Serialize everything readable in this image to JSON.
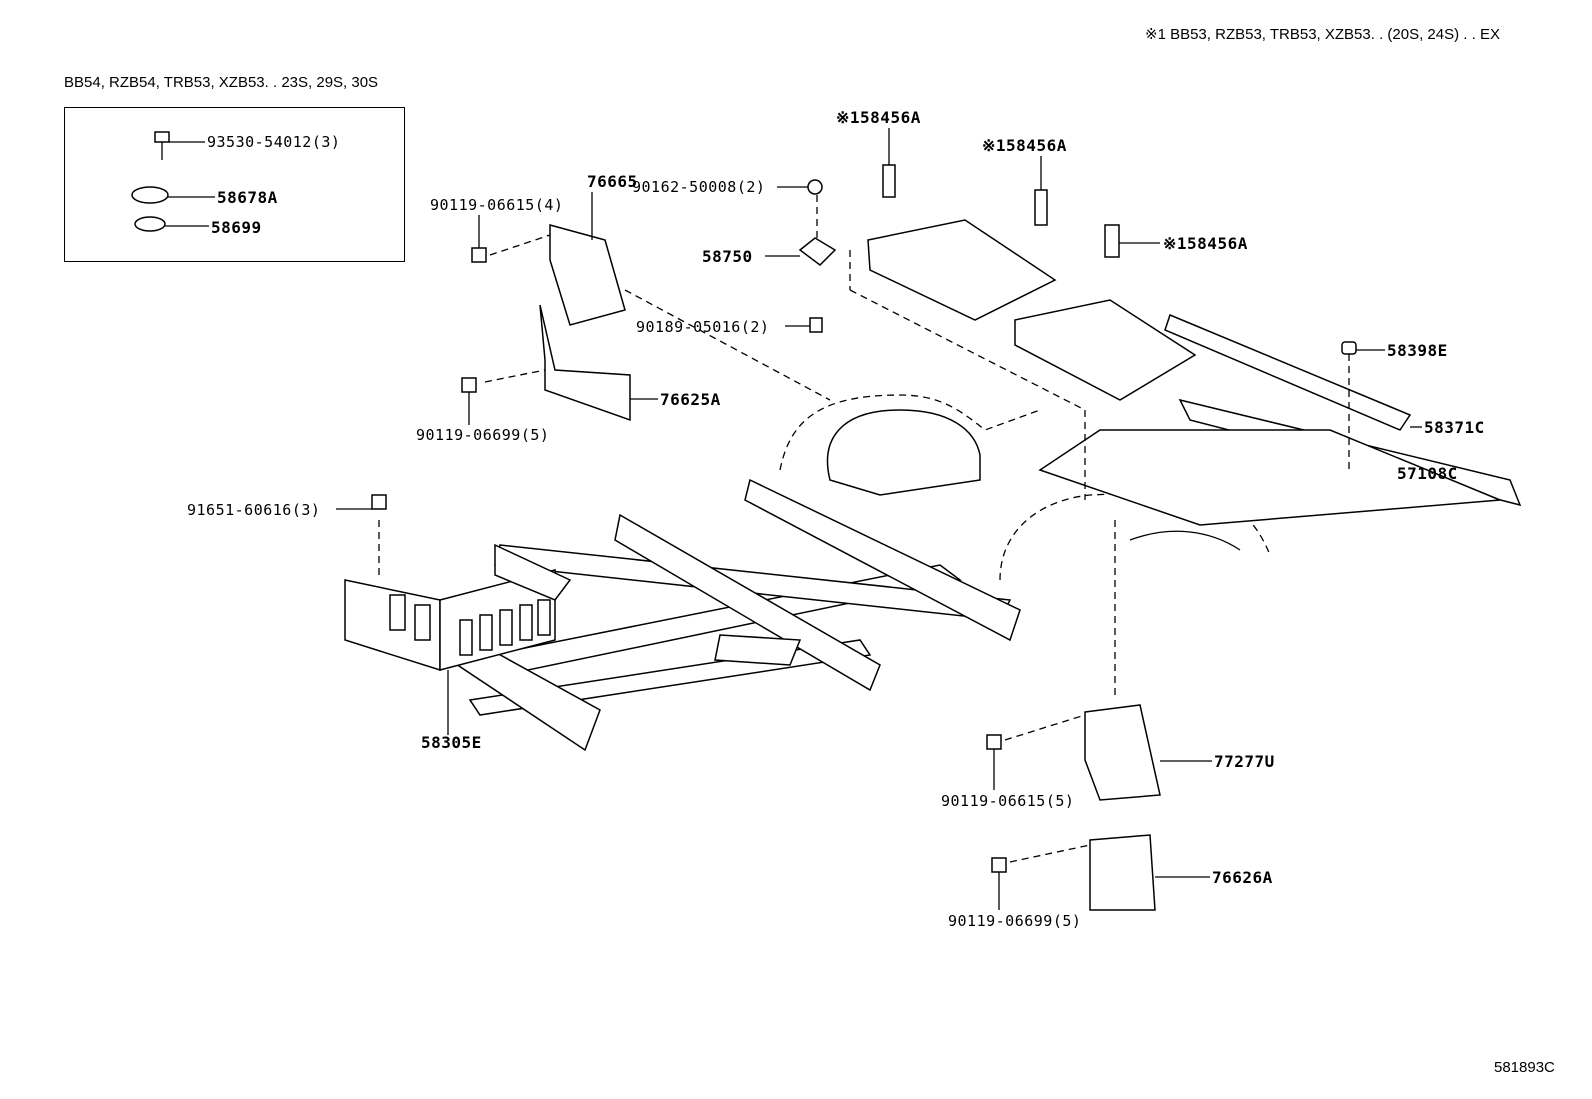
{
  "header": {
    "applicability_note": "※1  BB53, RZB53, TRB53, XZB53. . (20S, 24S) . . EX",
    "inset_title": "BB54, RZB54, TRB53, XZB53. . 23S, 29S, 30S"
  },
  "inset_parts": [
    {
      "part": "93530-54012(3)"
    },
    {
      "part": "58678A"
    },
    {
      "part": "58699"
    }
  ],
  "callouts": [
    {
      "part": "76665"
    },
    {
      "part": "90119-06615(4)"
    },
    {
      "part": "90162-50008(2)"
    },
    {
      "part": "58750"
    },
    {
      "part": "90189-05016(2)"
    },
    {
      "part": "76625A"
    },
    {
      "part": "90119-06699(5)"
    },
    {
      "part": "※158456A"
    },
    {
      "part": "※158456A"
    },
    {
      "part": "※158456A"
    },
    {
      "part": "58398E"
    },
    {
      "part": "58371C"
    },
    {
      "part": "57108C"
    },
    {
      "part": "91651-60616(3)"
    },
    {
      "part": "58305E"
    },
    {
      "part": "77277U"
    },
    {
      "part": "90119-06615(5)"
    },
    {
      "part": "76626A"
    },
    {
      "part": "90119-06699(5)"
    }
  ],
  "footer": {
    "diagram_id": "581893C"
  }
}
